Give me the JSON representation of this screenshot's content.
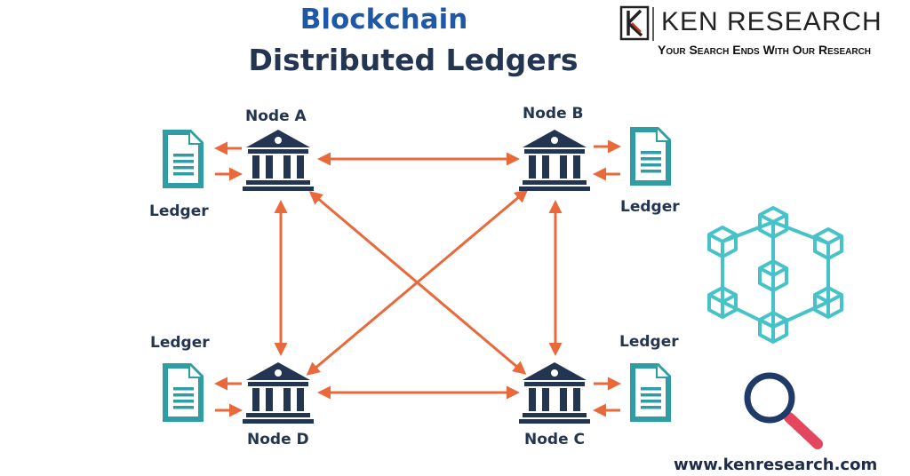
{
  "header": {
    "title": "Blockchain",
    "subtitle": "Distributed Ledgers"
  },
  "brand": {
    "name": "KEN RESEARCH",
    "tagline": "Your Search Ends With Our Research",
    "url": "www.kenresearch.com"
  },
  "nodes": [
    {
      "id": "a",
      "label": "Node A",
      "ledger_label": "Ledger"
    },
    {
      "id": "b",
      "label": "Node B",
      "ledger_label": "Ledger"
    },
    {
      "id": "c",
      "label": "Node C",
      "ledger_label": "Ledger"
    },
    {
      "id": "d",
      "label": "Node D",
      "ledger_label": "Ledger"
    }
  ],
  "colors": {
    "title": "#1f58a6",
    "subtitle": "#233551",
    "node": "#233551",
    "ledger": "#2f9ea4",
    "arrow": "#e9693b",
    "cube": "#46c3c8",
    "magnifier_ring": "#1f3a68",
    "magnifier_handle": "#e4465f"
  },
  "icons": [
    "bank-icon",
    "document-icon",
    "blockchain-cubes-icon",
    "magnifier-icon",
    "ken-logo-icon"
  ]
}
